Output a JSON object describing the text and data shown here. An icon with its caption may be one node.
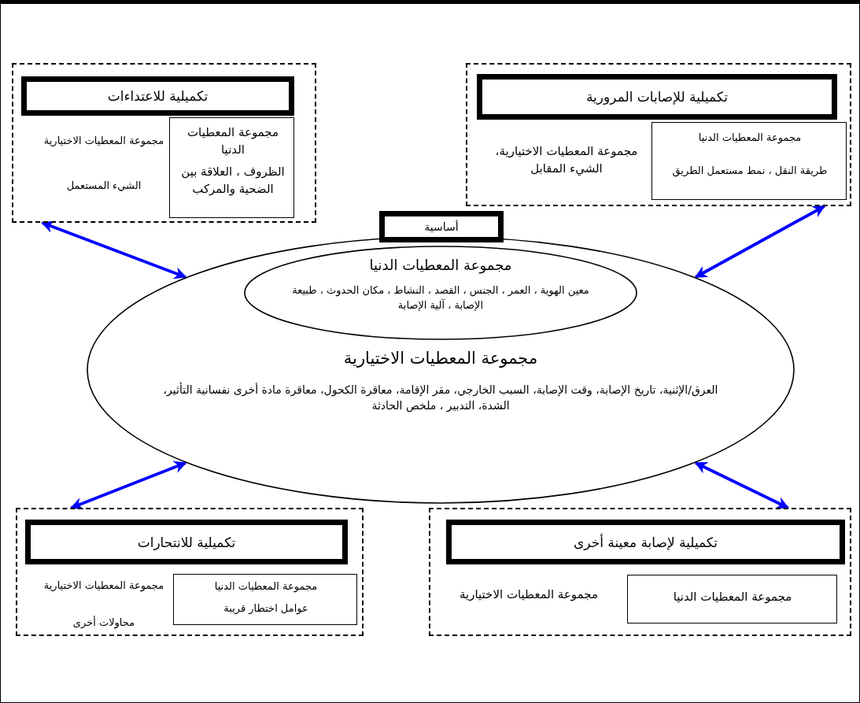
{
  "diagram": {
    "nodes": [
      {
        "text": [
          "مجموعة المعطيات الاختيارية",
          "الشيء المستعمل"
        ]
      },
      {
        "text": [
          "تكميلية للاعتداءات"
        ],
        "in": 0
      },
      {
        "text": [
          "مجموعة المعطيات الدنيا",
          "الظروف ، العلاقة بين الضحية والمركب"
        ],
        "in": 0
      },
      {
        "text": [
          "مجموعة المعطيات الاختيارية، الشيء المقابل"
        ]
      },
      {
        "text": [
          "تكميلية للإصابات المرورية"
        ],
        "in": 3
      },
      {
        "text": [
          "مجموعة المعطيات الدنيا",
          "طريقة النقل ، نمط مستعمل الطريق"
        ],
        "in": 3
      },
      {
        "text": [
          "مجموعة المعطيات الاختيارية",
          "العرق/الإثنية، تاريخ الإصابة، وقت الإصابة، السبب الخارجي، مقر الإقامة، معاقرة الكحول، معاقرة مادة أخرى نفسانية التأثير، الشدة، التدبير ، ملخص الحادثة"
        ]
      },
      {
        "text": [
          "أساسية"
        ]
      },
      {
        "text": [
          "مجموعة المعطيات الدنيا",
          "معين الهوية ، العمر ، الجنس ، القصد ، النشاط ، مكان الحدوث ، طبيعة الإصابة ، آلية الإصابة"
        ],
        "in": 6
      },
      {
        "text": [
          "مجموعة المعطيات الاختيارية",
          "محاولات أخرى"
        ]
      },
      {
        "text": [
          "تكميلية للانتحارات"
        ],
        "in": 9
      },
      {
        "text": [
          "مجموعة المعطيات الدنيا",
          "عوامل اختطار قريبة"
        ],
        "in": 9
      },
      {
        "text": [
          "مجموعة المعطيات الاختيارية"
        ]
      },
      {
        "text": [
          "تكميلية لإصابة معينة أخرى"
        ],
        "in": 12
      },
      {
        "text": [
          "مجموعة المعطيات الدنيا"
        ],
        "in": 12
      }
    ],
    "edges": [
      {
        "from": 6,
        "to": 0,
        "arrow": "both"
      },
      {
        "from": 6,
        "to": 3,
        "arrow": "both"
      },
      {
        "from": 6,
        "to": 9,
        "arrow": "both"
      },
      {
        "from": 6,
        "to": 12,
        "arrow": "both"
      }
    ]
  }
}
